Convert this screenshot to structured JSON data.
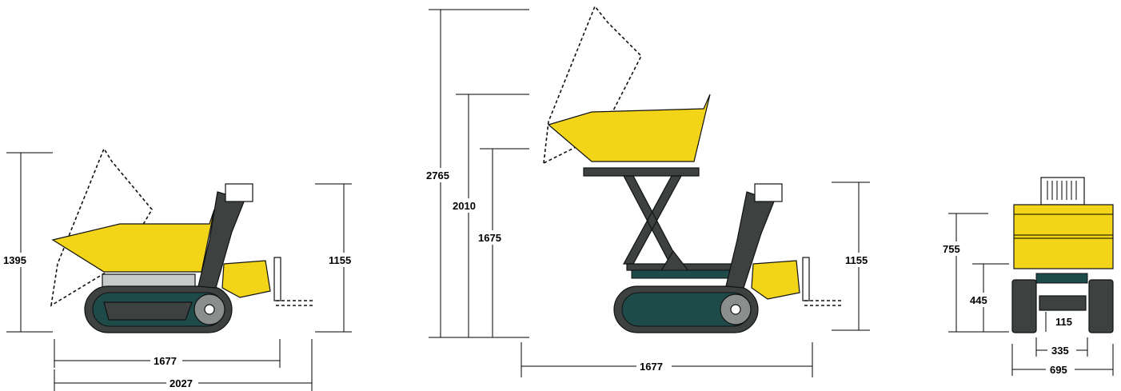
{
  "views": {
    "side_standard": {
      "height_raised_bed": "1395",
      "height_handle": "1155",
      "length_base": "1677",
      "length_total": "2027"
    },
    "side_high_tip": {
      "height_tip_max": "2765",
      "height_2010": "2010",
      "height_1675": "1675",
      "height_handle": "1155",
      "length_base": "1677"
    },
    "front": {
      "height_top": "755",
      "height_mid": "445",
      "ground_clearance": "115",
      "track_gap": "335",
      "width": "695"
    }
  },
  "colors": {
    "body": "#f2d518",
    "frame": "#3d4140",
    "track": "#1f4a4a"
  }
}
